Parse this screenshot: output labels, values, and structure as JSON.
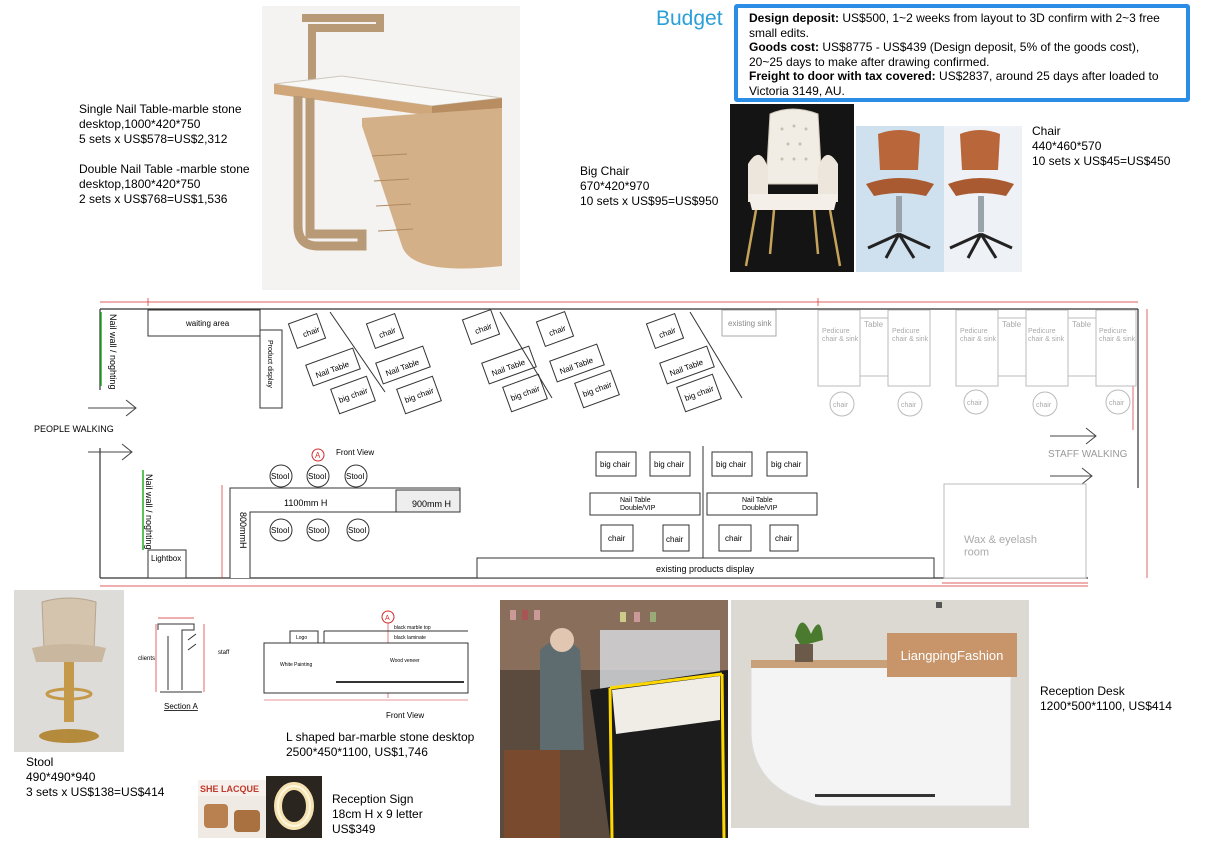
{
  "budget": {
    "title": "Budget",
    "line1_label": "Design deposit:",
    "line1_text": " US$500, 1~2 weeks from layout to 3D confirm with 2~3 free small edits.",
    "line2_label": "Goods cost:",
    "line2_text": " US$8775 - US$439 (Design deposit, 5% of the goods cost), 20~25 days to make after drawing confirmed.",
    "line3_label": "Freight to door with tax covered:",
    "line3_text": " US$2837, around 25 days after loaded to Victoria 3149, AU."
  },
  "items": {
    "nail_table": "Single Nail Table-marble stone\ndesktop,1000*420*750\n5 sets x US$578=US$2,312\n\nDouble Nail Table -marble stone\ndesktop,1800*420*750\n2 sets x US$768=US$1,536",
    "big_chair": "Big Chair\n670*420*970\n10 sets x US$95=US$950",
    "chair": "Chair\n440*460*570\n10 sets x US$45=US$450",
    "stool": "Stool\n490*490*940\n3 sets x US$138=US$414",
    "l_bar": "L shaped bar-marble stone desktop\n2500*450*1100, US$1,746",
    "reception_sign": "Reception Sign\n18cm H x 9 letter\nUS$349",
    "reception_desk": "Reception Desk\n1200*500*1100, US$414"
  },
  "plan": {
    "waiting_area": "waiting area",
    "product_display": "Product display",
    "nail_wall_top": "Nail wall / noghting",
    "nail_wall_bottom": "Nail wall / noghting",
    "people_walking": "PEOPLE  WALKING",
    "staff_walking": "STAFF  WALKING",
    "existing_sink": "existing sink",
    "chair": "chair",
    "big_chair": "big chair",
    "nail_table": "Nail Table",
    "pedicure": "Pedicure\nchair & sink",
    "table": "Table",
    "front_view_label": "Front View",
    "marker_a": "A",
    "stool": "Stool",
    "bar_height": "1100mm H",
    "counter_height": "900mm H",
    "side_height": "800mmH",
    "nail_table_double": "Nail Table\nDouble/VIP",
    "lightbox": "Lightbox",
    "existing_products_display": "existing products display",
    "wax_room": "Wax & eyelash\nroom"
  },
  "drawings": {
    "section_a": "Section A",
    "clients": "clients",
    "staff": "staff",
    "logo": "Logo",
    "white_painting": "White Painting",
    "wood_veneer": "Wood veneer",
    "black_marble_top": "black marble top",
    "black_laminate": "black laminate",
    "front_view": "Front View",
    "marker_a": "A"
  },
  "photos": {
    "reception_brand": "LiangpingFashion",
    "she_lacque": "SHE LACQUE"
  },
  "colors": {
    "budget_blue": "#2b8de6",
    "budget_title": "#2a9fd8",
    "plan_line": "#333333",
    "dimension_red": "#d42a2a",
    "wall_green": "#22b022"
  }
}
